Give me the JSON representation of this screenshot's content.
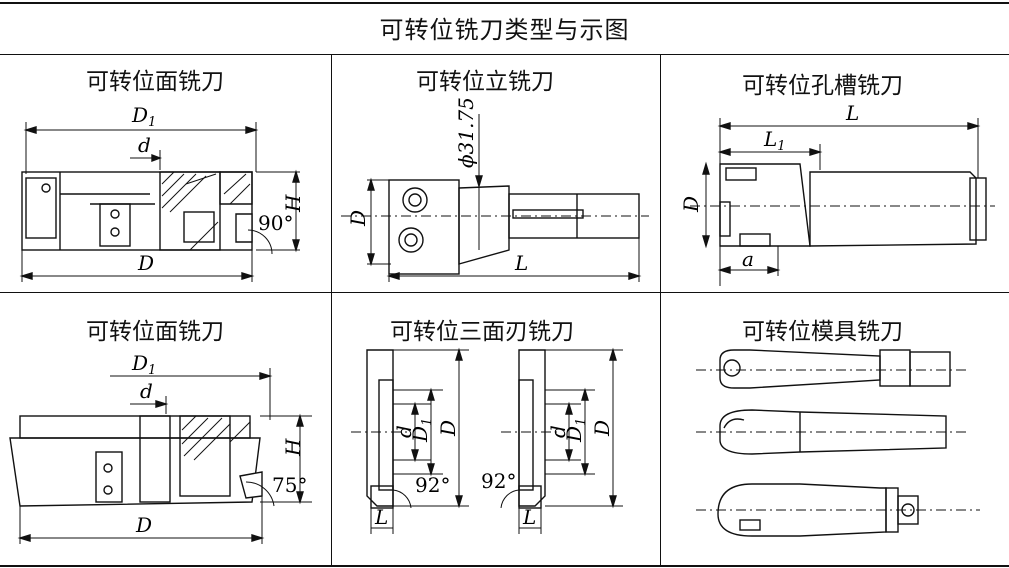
{
  "title": "可转位铣刀类型与示图",
  "cells": {
    "face_mill_1": {
      "title": "可转位面铣刀",
      "labels": {
        "D1": "D",
        "D1_sub": "1",
        "d": "d",
        "H": "H",
        "D": "D",
        "angle": "90°"
      }
    },
    "end_mill": {
      "title": "可转位立铣刀",
      "labels": {
        "diameter": "ϕ31.75",
        "D": "D",
        "L": "L"
      }
    },
    "slot_mill": {
      "title": "可转位孔槽铣刀",
      "labels": {
        "L": "L",
        "L1": "L",
        "L1_sub": "1",
        "D": "D",
        "a": "a"
      }
    },
    "face_mill_2": {
      "title": "可转位面铣刀",
      "labels": {
        "D1": "D",
        "D1_sub": "1",
        "d": "d",
        "H": "H",
        "D": "D",
        "angle": "75°"
      }
    },
    "side_mill": {
      "title": "可转位三面刃铣刀",
      "labels": {
        "d": "d",
        "D1": "D",
        "D1_sub": "1",
        "D": "D",
        "angle": "92°",
        "L": "L",
        "d2": "d",
        "D1b": "D",
        "D1b_sub": "1",
        "Db": "D",
        "angleb": "92°",
        "Lb": "L"
      }
    },
    "die_mill": {
      "title": "可转位模具铣刀"
    }
  }
}
